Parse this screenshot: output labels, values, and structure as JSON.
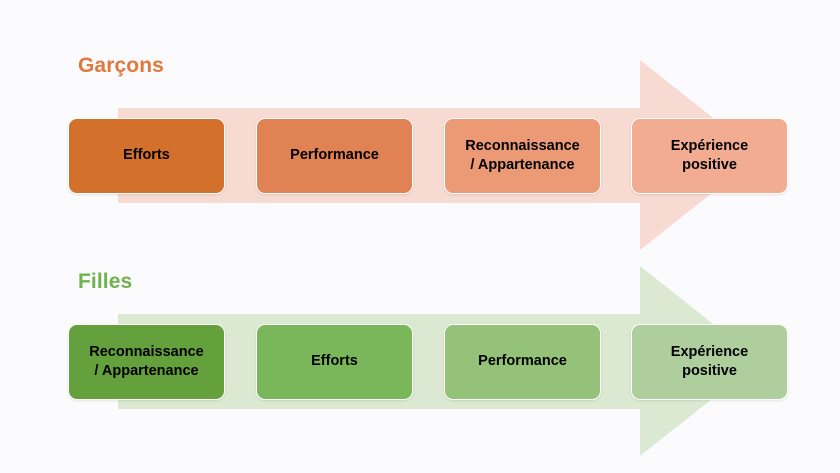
{
  "diagram": {
    "type": "two-row process arrow diagram",
    "rows": [
      {
        "id": "garcons",
        "title": "Garçons",
        "title_color": "#E1783C",
        "arrow_color": "#F7DBD2",
        "arrow_name": "process-arrow-garcons",
        "steps": [
          {
            "label": "Efforts",
            "color": "#D2702C"
          },
          {
            "label": "Performance",
            "color": "#E08253"
          },
          {
            "label": "Reconnaissance\n/ Appartenance",
            "color": "#EC9A76"
          },
          {
            "label": "Expérience\npositive",
            "color": "#F2AC92"
          }
        ]
      },
      {
        "id": "filles",
        "title": "Filles",
        "title_color": "#6FB24E",
        "arrow_color": "#DCE9D2",
        "arrow_name": "process-arrow-filles",
        "steps": [
          {
            "label": "Reconnaissance\n/ Appartenance",
            "color": "#64A03C"
          },
          {
            "label": "Efforts",
            "color": "#79B75A"
          },
          {
            "label": "Performance",
            "color": "#93C278"
          },
          {
            "label": "Expérience\npositive",
            "color": "#AECE9E"
          }
        ]
      }
    ]
  }
}
